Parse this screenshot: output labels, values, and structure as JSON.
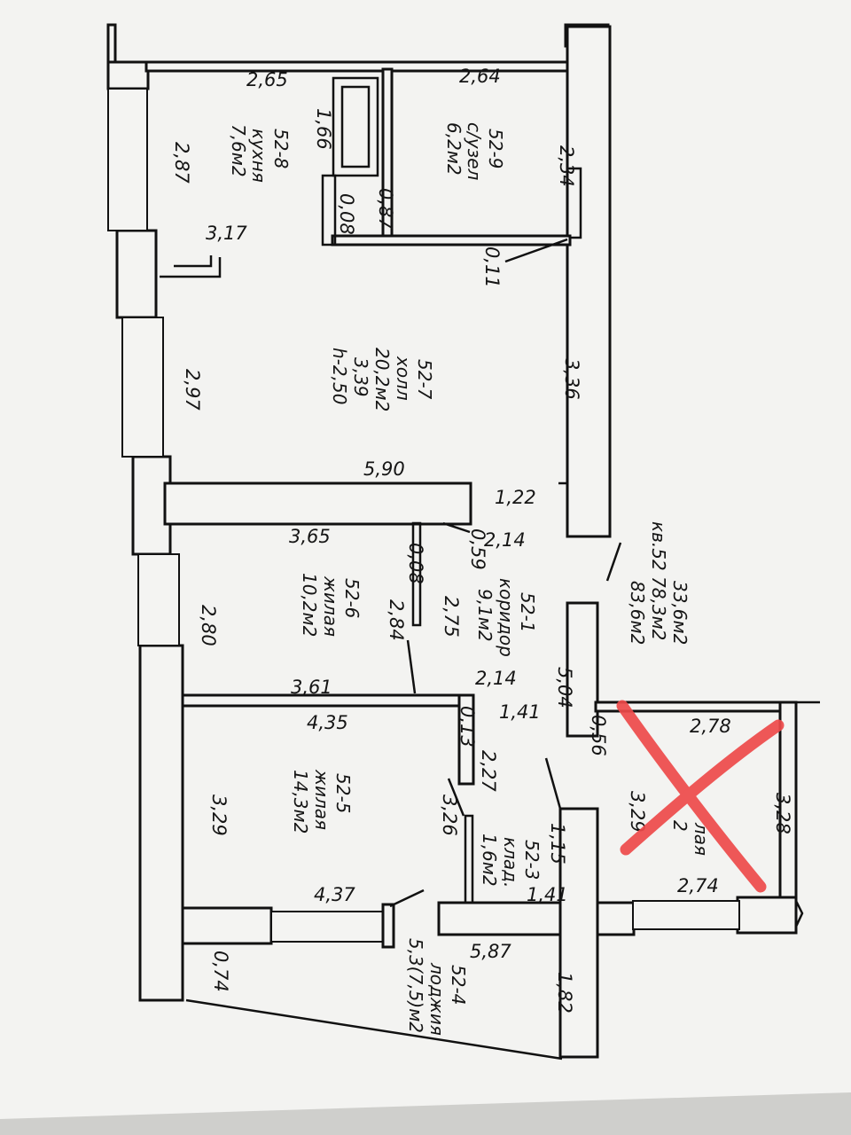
{
  "colors": {
    "paper": "#f4f4f2",
    "ink": "#111111",
    "cross": "#ee4a4a"
  },
  "plan": {
    "apartment": {
      "line1": "33,6м2",
      "line2": "кв.52 78,3м2",
      "line3": "83,6м2"
    },
    "rooms": {
      "kitchen": {
        "id": "52-8",
        "name": "кухня",
        "area": "7,6м2"
      },
      "bathroom": {
        "id": "52-9",
        "name": "с/узел",
        "area": "6,2м2"
      },
      "hall": {
        "id": "52-7",
        "name": "холл",
        "area": "20,2м2",
        "extra": "3,39",
        "height": "h-2,50"
      },
      "room6": {
        "id": "52-6",
        "name": "жилая",
        "area": "10,2м2"
      },
      "room5": {
        "id": "52-5",
        "name": "жилая",
        "area": "14,3м2"
      },
      "corridor": {
        "id": "52-1",
        "name": "коридор",
        "area": "9,1м2"
      },
      "storage": {
        "id": "52-3",
        "name": "клад.",
        "area": "1,6м2"
      },
      "loggia": {
        "id": "52-4",
        "name": "лоджия",
        "area": "5,3(7,5)м2"
      },
      "crossed": {
        "name": "лая",
        "area": "2"
      }
    },
    "dims": {
      "d265": "2,65",
      "d264": "2,64",
      "d166": "1,66",
      "d287": "2,87",
      "d234": "2,34",
      "d087": "0,87",
      "d008a": "0,08",
      "d317": "3,17",
      "d011": "0,11",
      "d336": "3,36",
      "d297": "2,97",
      "d590": "5,90",
      "d122": "1,22",
      "d365": "3,65",
      "d214a": "2,14",
      "d059": "0,59",
      "d008b": "0,08",
      "d275": "2,75",
      "d284": "2,84",
      "d280": "2,80",
      "d361": "3,61",
      "d214b": "2,14",
      "d504": "5,04",
      "d141a": "1,41",
      "d056": "0,56",
      "d435": "4,35",
      "d013": "0,13",
      "d227": "2,27",
      "d278": "2,78",
      "d329a": "3,29",
      "d326": "3,26",
      "d115": "1,15",
      "d329b": "3,29",
      "d328": "3,28",
      "d274": "2,74",
      "d141b": "1,41",
      "d437": "4,37",
      "d587": "5,87",
      "d074": "0,74",
      "d182": "1,82"
    }
  }
}
